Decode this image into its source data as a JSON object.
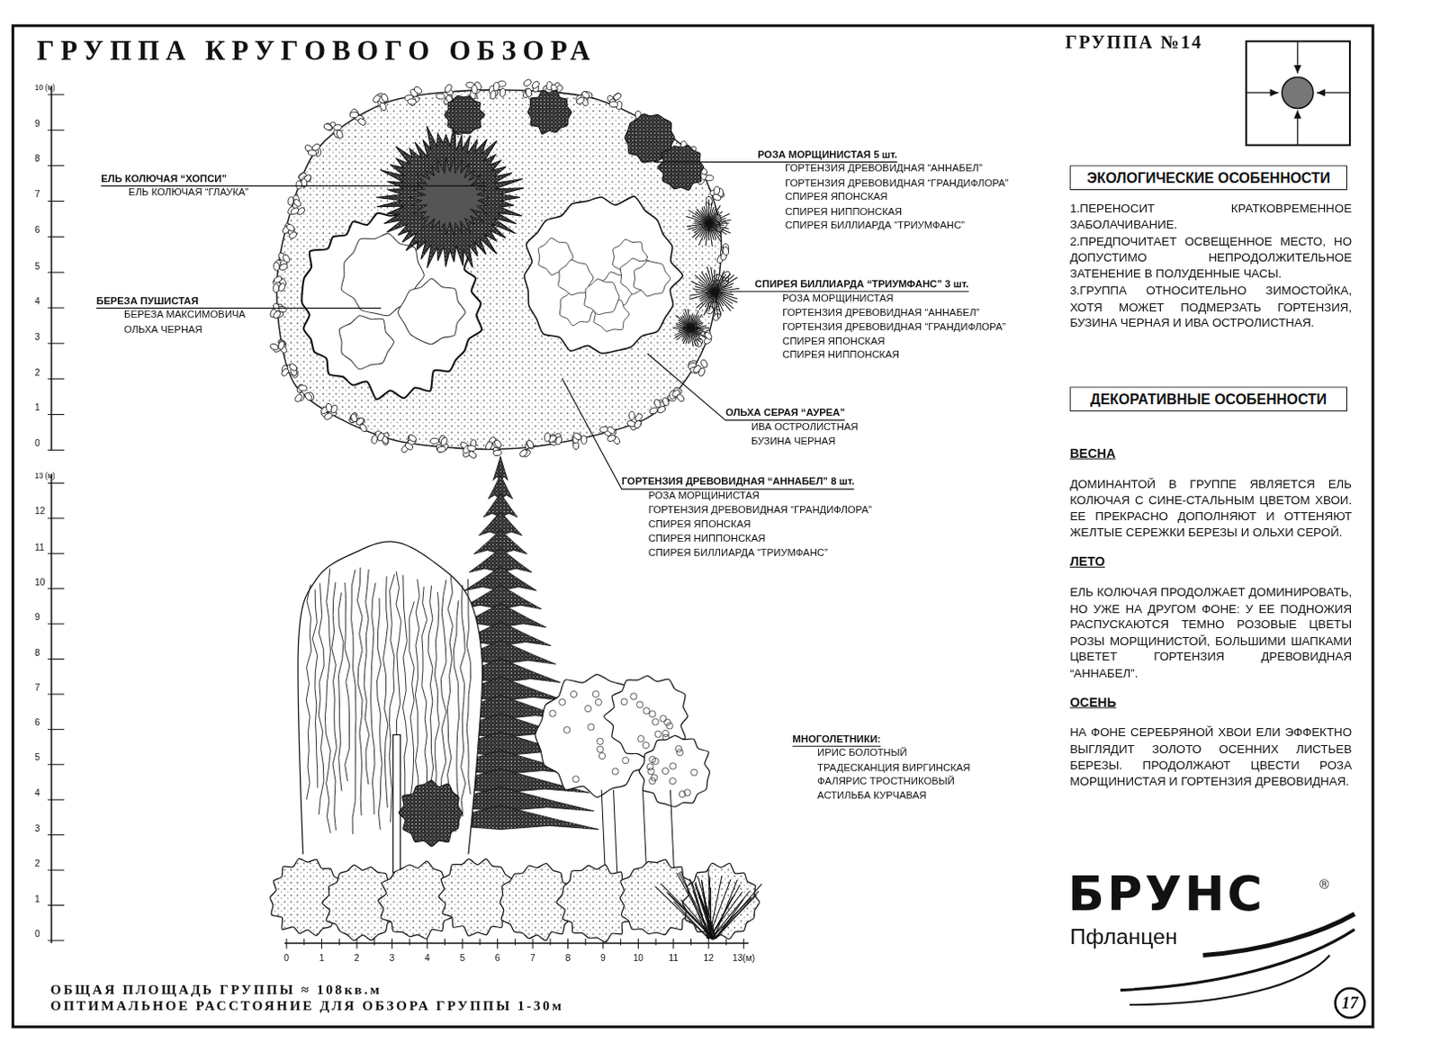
{
  "diagram": {
    "title": "ГРУППА КРУГОВОГО ОБЗОРА",
    "nodes": [
      {
        "text": [
          "ЭКОЛОГИЧЕСКИЕ ОСОБЕННОСТИ"
        ]
      },
      {
        "text": [
          "ДЕКОРАТИВНЫЕ ОСОБЕННОСТИ"
        ]
      }
    ],
    "labels": [
      "ГРУППА №14",
      "10 (м)",
      "9",
      "8",
      "7",
      "6",
      "5",
      "4",
      "3",
      "2",
      "1",
      "0",
      "13 (м)",
      "12",
      "11",
      "10",
      "9",
      "8",
      "7",
      "6",
      "5",
      "4",
      "3",
      "2",
      "1",
      "0",
      "0",
      "1",
      "2",
      "3",
      "4",
      "5",
      "6",
      "7",
      "8",
      "9",
      "10",
      "11",
      "12",
      "13(м)",
      "РОЗА МОРЩИНИСТАЯ 5 шт.",
      "ГОРТЕНЗИЯ ДРЕВОВИДНАЯ “АННАБЕЛ”",
      "ГОРТЕНЗИЯ ДРЕВОВИДНАЯ “ГРАНДИФЛОРА”",
      "СПИРЕЯ ЯПОНСКАЯ",
      "СПИРЕЯ НИППОНСКАЯ",
      "СПИРЕЯ БИЛЛИАРДА “ТРИУМФАНС”",
      "ЕЛЬ КОЛЮЧАЯ “ХОПСИ”",
      "ЕЛЬ КОЛЮЧАЯ “ГЛАУКА”",
      "СПИРЕЯ БИЛЛИАРДА “ТРИУМФАНС” 3 шт.",
      "РОЗА МОРЩИНИСТАЯ",
      "ГОРТЕНЗИЯ ДРЕВОВИДНАЯ “АННАБЕЛ”",
      "ГОРТЕНЗИЯ ДРЕВОВИДНАЯ “ГРАНДИФЛОРА”",
      "СПИРЕЯ ЯПОНСКАЯ",
      "СПИРЕЯ НИППОНСКАЯ",
      "БЕРЕЗА ПУШИСТАЯ",
      "БЕРЕЗА МАКСИМОВИЧА",
      "ОЛЬХА ЧЕРНАЯ",
      "ОЛЬХА СЕРАЯ “АУРЕА”",
      "ИВА ОСТРОЛИСТНАЯ",
      "БУЗИНА ЧЕРНАЯ",
      "ГОРТЕНЗИЯ ДРЕВОВИДНАЯ “АННАБЕЛ” 8 шт.",
      "РОЗА МОРЩИНИСТАЯ",
      "ГОРТЕНЗИЯ ДРЕВОВИДНАЯ “ГРАНДИФЛОРА”",
      "СПИРЕЯ ЯПОНСКАЯ",
      "СПИРЕЯ НИППОНСКАЯ",
      "СПИРЕЯ БИЛЛИАРДА “ТРИУМФАНС”",
      "МНОГОЛЕТНИКИ:",
      "ИРИС БОЛОТНЫЙ",
      "ТРАДЕСКАНЦИЯ ВИРГИНСКАЯ",
      "ФАЛЯРИС ТРОСТНИКОВЫЙ",
      "АСТИЛЬБА КУРЧАВАЯ",
      "1.ПЕРЕНОСИТ КРАТКОВРЕМЕННОЕ ЗАБОЛАЧИВАНИЕ.",
      "2.ПРЕДПОЧИТАЕТ ОСВЕЩЕННОЕ МЕСТО, НО ДОПУСТИМО НЕПРОДОЛЖИТЕЛЬНОЕ ЗАТЕНЕНИЕ В ПОЛУДЕННЫЕ ЧАСЫ.",
      "3.ГРУППА ОТНОСИТЕЛЬНО ЗИМОСТОЙКА, ХОТЯ МОЖЕТ ПОДМЕРЗАТЬ ГОРТЕНЗИЯ, БУЗИНА ЧЕРНАЯ И ИВА ОСТРОЛИСТНАЯ.",
      "ВЕСНА",
      "ДОМИНАНТОЙ В ГРУППЕ ЯВЛЯЕТСЯ ЕЛЬ КОЛЮЧАЯ С СИНЕ-СТАЛЬНЫМ ЦВЕТОМ ХВОИ. ЕЕ ПРЕКРАСНО ДОПОЛНЯЮТ И ОТТЕНЯЮТ ЖЕЛТЫЕ СЕРЕЖКИ БЕРЕЗЫ И ОЛЬХИ СЕРОЙ.",
      "ЛЕТО",
      "ЕЛЬ КОЛЮЧАЯ ПРОДОЛЖАЕТ ДОМИНИРОВАТЬ, НО УЖЕ НА ДРУГОМ ФОНЕ: У ЕЕ ПОДНОЖИЯ РАСПУСКАЮТСЯ ТЕМНО РОЗОВЫЕ ЦВЕТЫ РОЗЫ МОРЩИНИСТОЙ, БОЛЬШИМИ ШАПКАМИ ЦВЕТЕТ ГОРТЕНЗИЯ ДРЕВОВИДНАЯ “АННАБЕЛ”.",
      "ОСЕНЬ",
      "НА ФОНЕ СЕРЕБРЯНОЙ ХВОИ ЕЛИ ЭФФЕКТНО ВЫГЛЯДИТ ЗОЛОТО ОСЕННИХ ЛИСТЬЕВ БЕРЕЗЫ. ПРОДОЛЖАЮТ ЦВЕСТИ РОЗА МОРЩИНИСТАЯ И ГОРТЕНЗИЯ ДРЕВОВИДНАЯ.",
      "БРУНС",
      "®",
      "Пфланцен",
      "17",
      "ОБЩАЯ ПЛОЩАДЬ ГРУППЫ ≈ 108кв.м",
      "ОПТИМАЛЬНОЕ РАССТОЯНИЕ ДЛЯ ОБЗОРА ГРУППЫ 1-30м"
    ]
  }
}
